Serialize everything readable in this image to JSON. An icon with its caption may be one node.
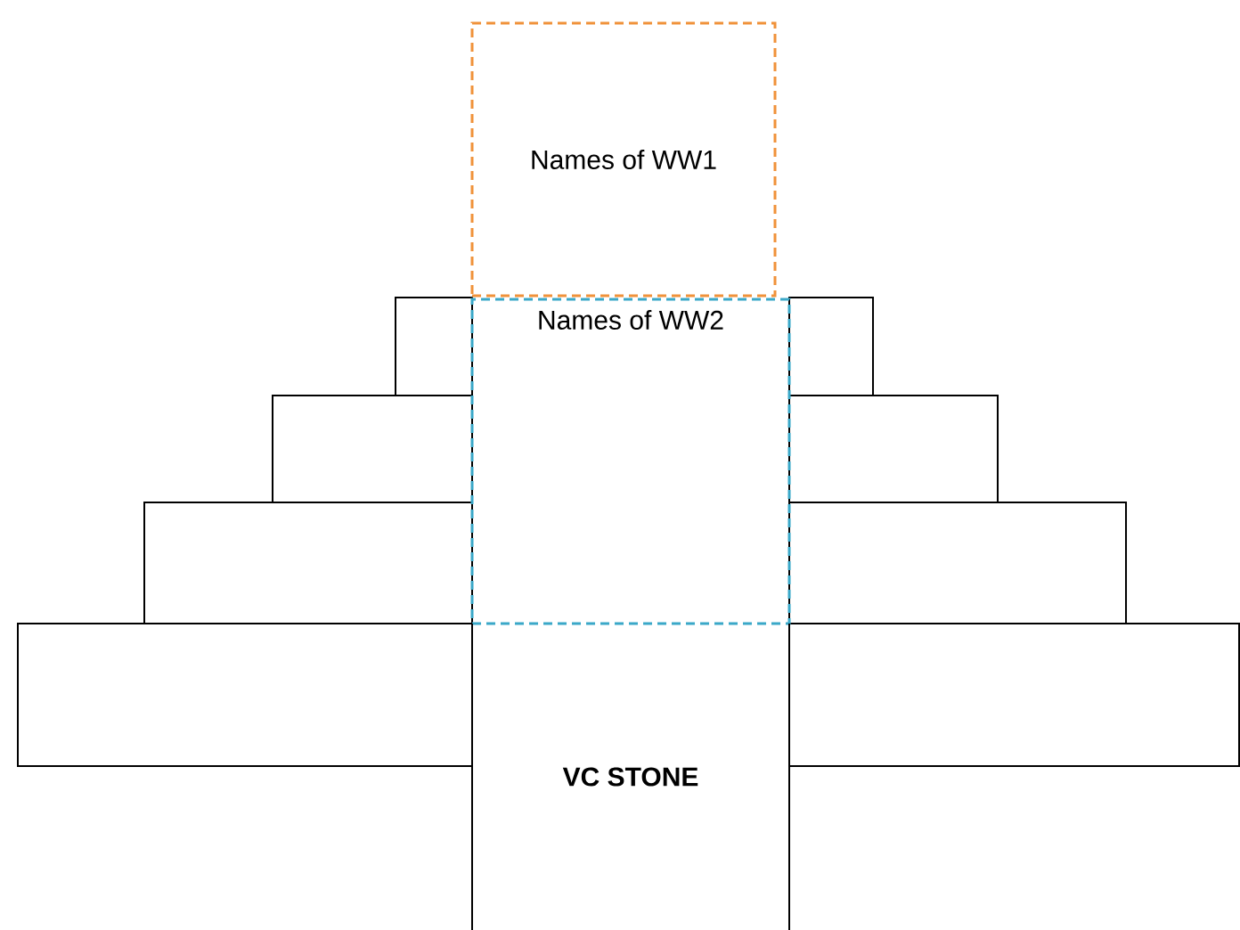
{
  "diagram": {
    "nodes": [
      {
        "text": [
          "Names of WW1"
        ]
      },
      {
        "text": [
          "Names of WW2"
        ]
      },
      {
        "text": [
          "VC STONE"
        ]
      }
    ]
  }
}
